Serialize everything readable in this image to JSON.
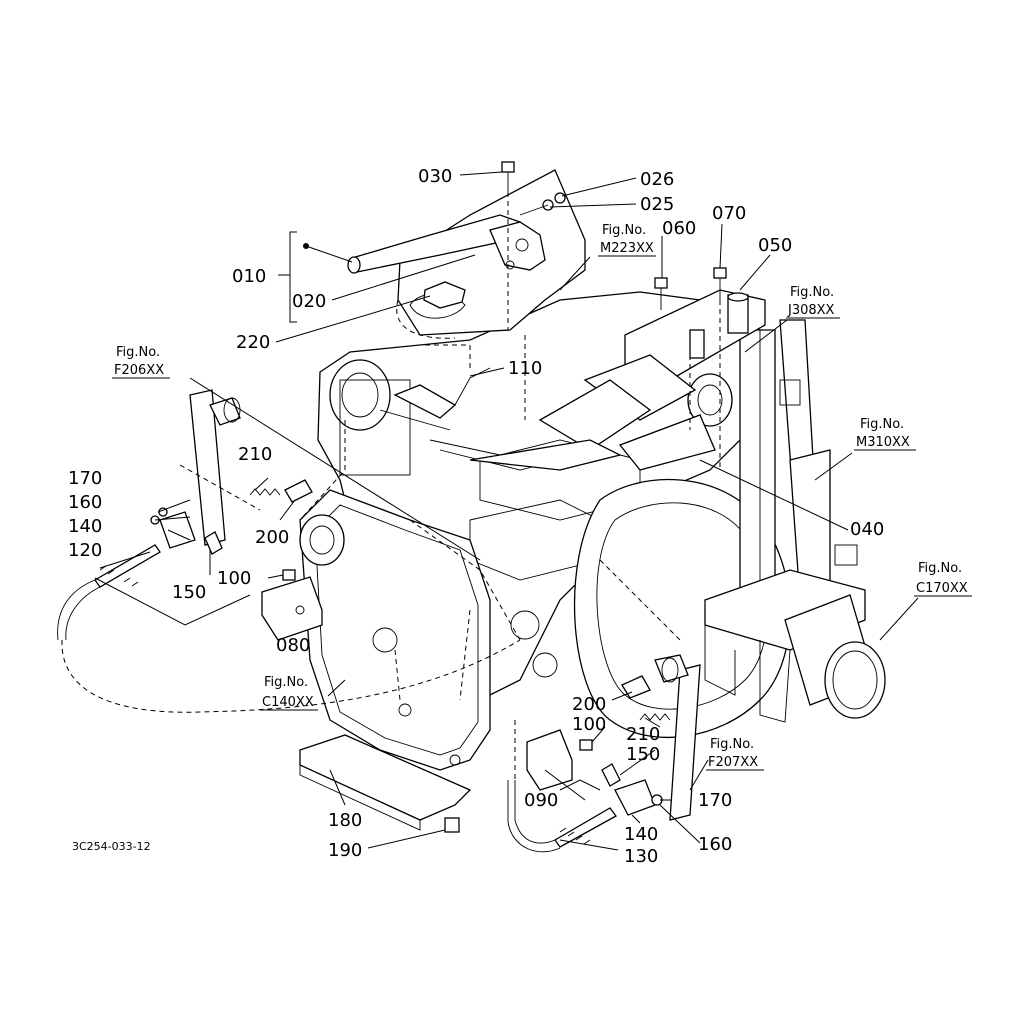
{
  "diagram": {
    "drawing_code": "3C254-033-12",
    "part_labels": [
      "030",
      "026",
      "025",
      "010",
      "020",
      "220",
      "060",
      "070",
      "050",
      "110",
      "210",
      "170",
      "160",
      "140",
      "120",
      "200",
      "150",
      "100",
      "080",
      "040",
      "200",
      "100",
      "210",
      "150",
      "090",
      "170",
      "140",
      "160",
      "130",
      "180",
      "190"
    ],
    "fig_refs": [
      {
        "title": "Fig.No.",
        "code": "M223XX"
      },
      {
        "title": "Fig.No.",
        "code": "J308XX"
      },
      {
        "title": "Fig.No.",
        "code": "F206XX"
      },
      {
        "title": "Fig.No.",
        "code": "M310XX"
      },
      {
        "title": "Fig.No.",
        "code": "C170XX"
      },
      {
        "title": "Fig.No.",
        "code": "C140XX"
      },
      {
        "title": "Fig.No.",
        "code": "F207XX"
      }
    ]
  }
}
